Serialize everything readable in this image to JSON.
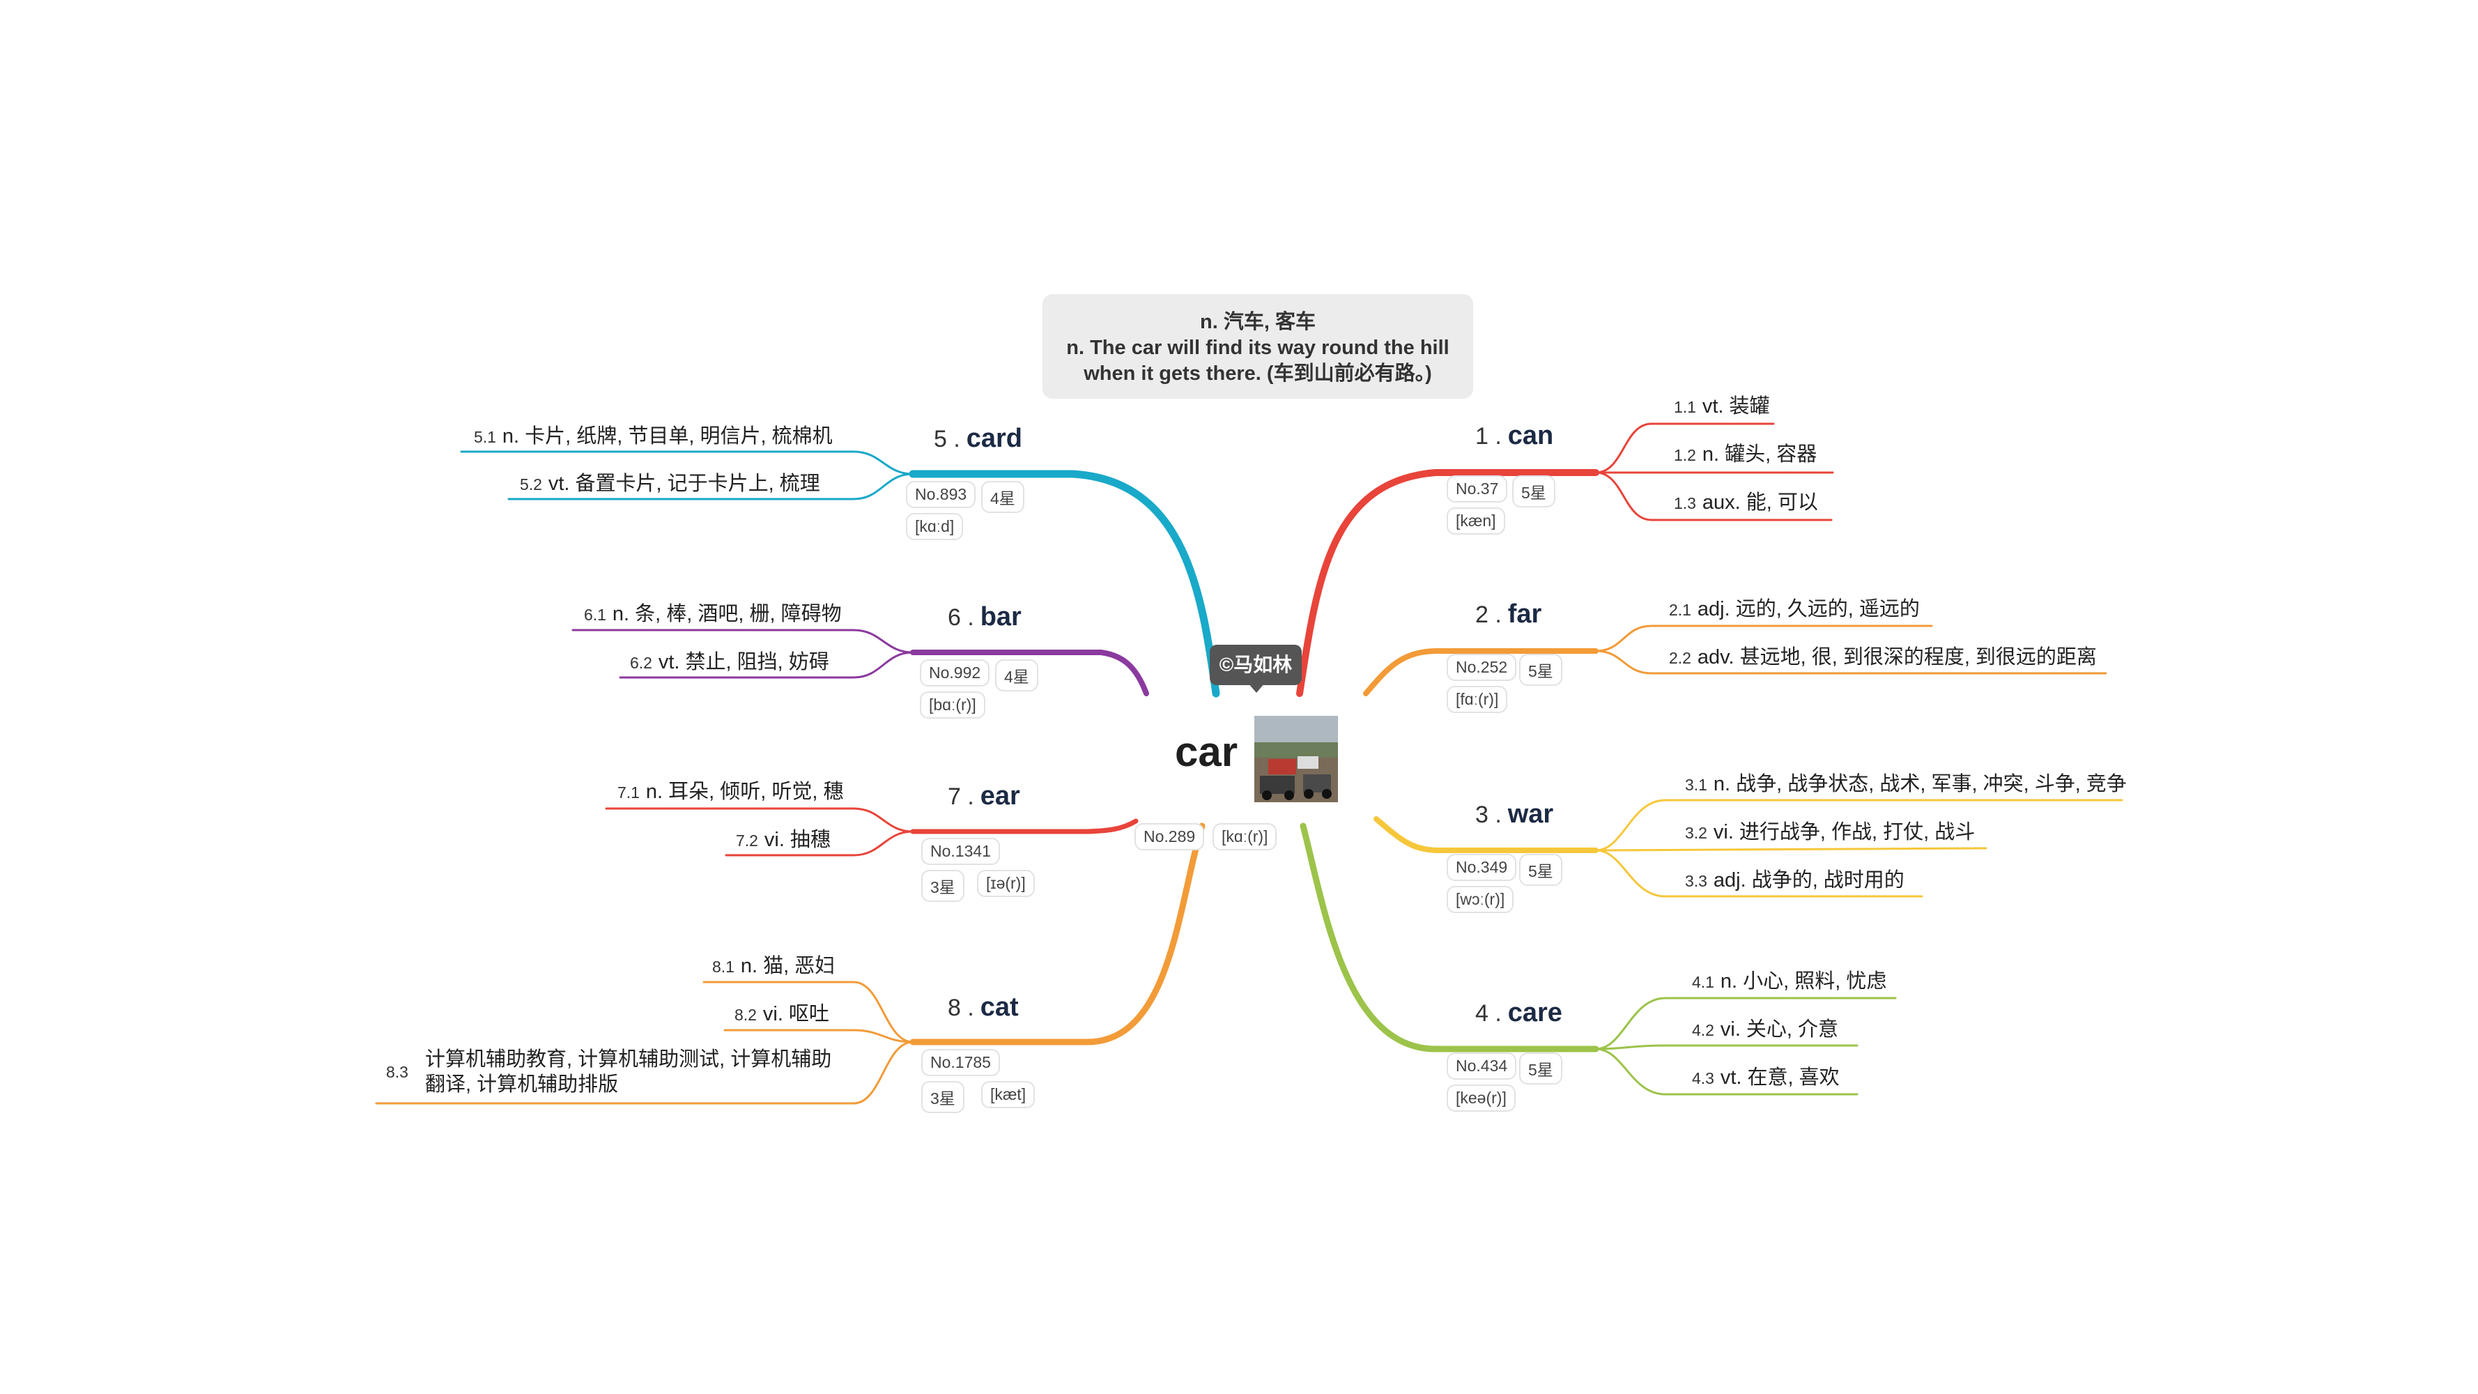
{
  "callout": {
    "line1": "n. 汽车, 客车",
    "line2": "n. The car will find its way round the hill",
    "line3": "when it gets there. (车到山前必有路。)"
  },
  "central": {
    "word": "car",
    "no": "No.289",
    "phonetic": "[kɑː(r)]",
    "author_tag": "©马如林",
    "image_icon": "car-race-photo"
  },
  "colors": {
    "red": "#e8443a",
    "orange": "#f29b38",
    "yellow": "#f6c73b",
    "green": "#9cc34a",
    "blue": "#19a9c9",
    "purple": "#8b3a9e"
  },
  "topics": [
    {
      "num": "1 .",
      "word": "can",
      "no": "No.37",
      "stars": "5星",
      "phonetic": "[kæn]",
      "subs": [
        {
          "num": "1.1",
          "text": "vt. 装罐"
        },
        {
          "num": "1.2",
          "text": "n. 罐头, 容器"
        },
        {
          "num": "1.3",
          "text": "aux. 能, 可以"
        }
      ]
    },
    {
      "num": "2 .",
      "word": "far",
      "no": "No.252",
      "stars": "5星",
      "phonetic": "[fɑː(r)]",
      "subs": [
        {
          "num": "2.1",
          "text": "adj. 远的, 久远的, 遥远的"
        },
        {
          "num": "2.2",
          "text": "adv. 甚远地, 很, 到很深的程度, 到很远的距离"
        }
      ]
    },
    {
      "num": "3 .",
      "word": "war",
      "no": "No.349",
      "stars": "5星",
      "phonetic": "[wɔː(r)]",
      "subs": [
        {
          "num": "3.1",
          "text": "n. 战争, 战争状态, 战术, 军事, 冲突, 斗争, 竞争"
        },
        {
          "num": "3.2",
          "text": "vi. 进行战争, 作战, 打仗, 战斗"
        },
        {
          "num": "3.3",
          "text": "adj. 战争的, 战时用的"
        }
      ]
    },
    {
      "num": "4 .",
      "word": "care",
      "no": "No.434",
      "stars": "5星",
      "phonetic": "[keə(r)]",
      "subs": [
        {
          "num": "4.1",
          "text": "n. 小心, 照料, 忧虑"
        },
        {
          "num": "4.2",
          "text": "vi. 关心, 介意"
        },
        {
          "num": "4.3",
          "text": "vt. 在意, 喜欢"
        }
      ]
    },
    {
      "num": "5 .",
      "word": "card",
      "no": "No.893",
      "stars": "4星",
      "phonetic": "[kɑːd]",
      "subs": [
        {
          "num": "5.1",
          "text": "n. 卡片, 纸牌, 节目单, 明信片, 梳棉机"
        },
        {
          "num": "5.2",
          "text": "vt. 备置卡片, 记于卡片上, 梳理"
        }
      ]
    },
    {
      "num": "6 .",
      "word": "bar",
      "no": "No.992",
      "stars": "4星",
      "phonetic": "[bɑː(r)]",
      "subs": [
        {
          "num": "6.1",
          "text": "n. 条, 棒, 酒吧, 栅, 障碍物"
        },
        {
          "num": "6.2",
          "text": "vt. 禁止, 阻挡, 妨碍"
        }
      ]
    },
    {
      "num": "7 .",
      "word": "ear",
      "no": "No.1341",
      "stars": "3星",
      "phonetic": "[ɪə(r)]",
      "subs": [
        {
          "num": "7.1",
          "text": "n. 耳朵, 倾听, 听觉, 穗"
        },
        {
          "num": "7.2",
          "text": "vi. 抽穗"
        }
      ]
    },
    {
      "num": "8 .",
      "word": "cat",
      "no": "No.1785",
      "stars": "3星",
      "phonetic": "[kæt]",
      "subs": [
        {
          "num": "8.1",
          "text": "n. 猫, 恶妇"
        },
        {
          "num": "8.2",
          "text": "vi. 呕吐"
        },
        {
          "num": "8.3",
          "text": "计算机辅助教育, 计算机辅助测试, 计算机辅助翻译, 计算机辅助排版"
        }
      ]
    }
  ]
}
